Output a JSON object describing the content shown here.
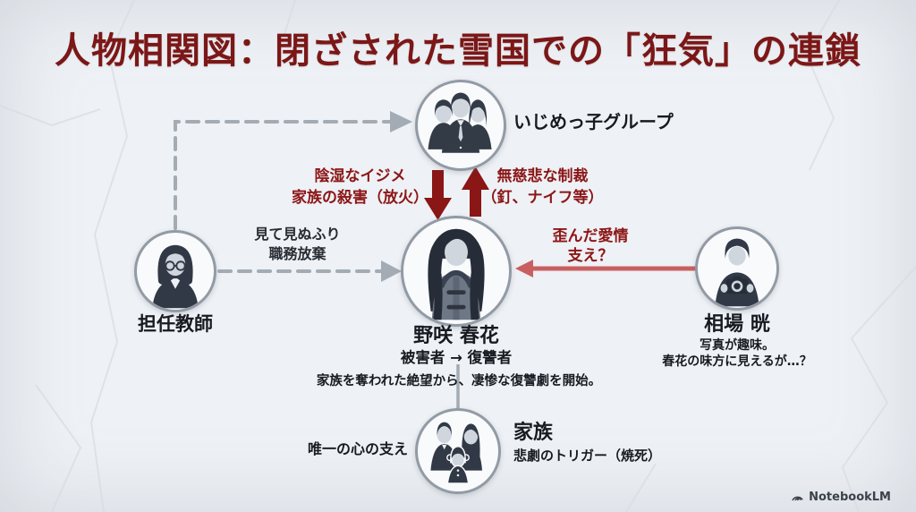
{
  "title": "人物相関図：閉ざされた雪国での「狂気」の連鎖",
  "nodes": {
    "bullies": {
      "label": "いじめっ子グループ",
      "icon": "bully-group-icon"
    },
    "teacher": {
      "label": "担任教師",
      "icon": "teacher-woman-icon"
    },
    "haruka": {
      "name": "野咲 春花",
      "role": "被害者 → 復讐者",
      "description": "家族を奪われた絶望から、凄惨な復讐劇を開始。",
      "icon": "girl-long-hair-coat-icon"
    },
    "aiba": {
      "name": "相場 晄",
      "note_line1": "写真が趣味。",
      "note_line2": "春花の味方に見えるが…？",
      "icon": "boy-with-camera-icon"
    },
    "family": {
      "label": "家族",
      "note": "悲劇のトリガー（焼死）",
      "relation_label": "唯一の心の支え",
      "icon": "family-icon"
    }
  },
  "edges": {
    "bullies_to_haruka": {
      "label_line1": "陰湿なイジメ",
      "label_line2": "家族の殺害（放火）"
    },
    "haruka_to_bullies": {
      "label_line1": "無慈悲な制裁",
      "label_line2": "（釘、ナイフ等）"
    },
    "teacher_to_haruka": {
      "label_line1": "見て見ぬふり",
      "label_line2": "職務放棄"
    },
    "aiba_to_haruka": {
      "label_line1": "歪んだ愛情",
      "label_line2": "支え？"
    }
  },
  "footer": {
    "brand": "NotebookLM"
  },
  "colors": {
    "title": "#7c1717",
    "dark_red_arrow": "#8a1616",
    "soft_red_arrow": "#c96060",
    "gray_line": "#a3abb4",
    "text_dark": "#171b21",
    "background": "#eef1f5"
  }
}
